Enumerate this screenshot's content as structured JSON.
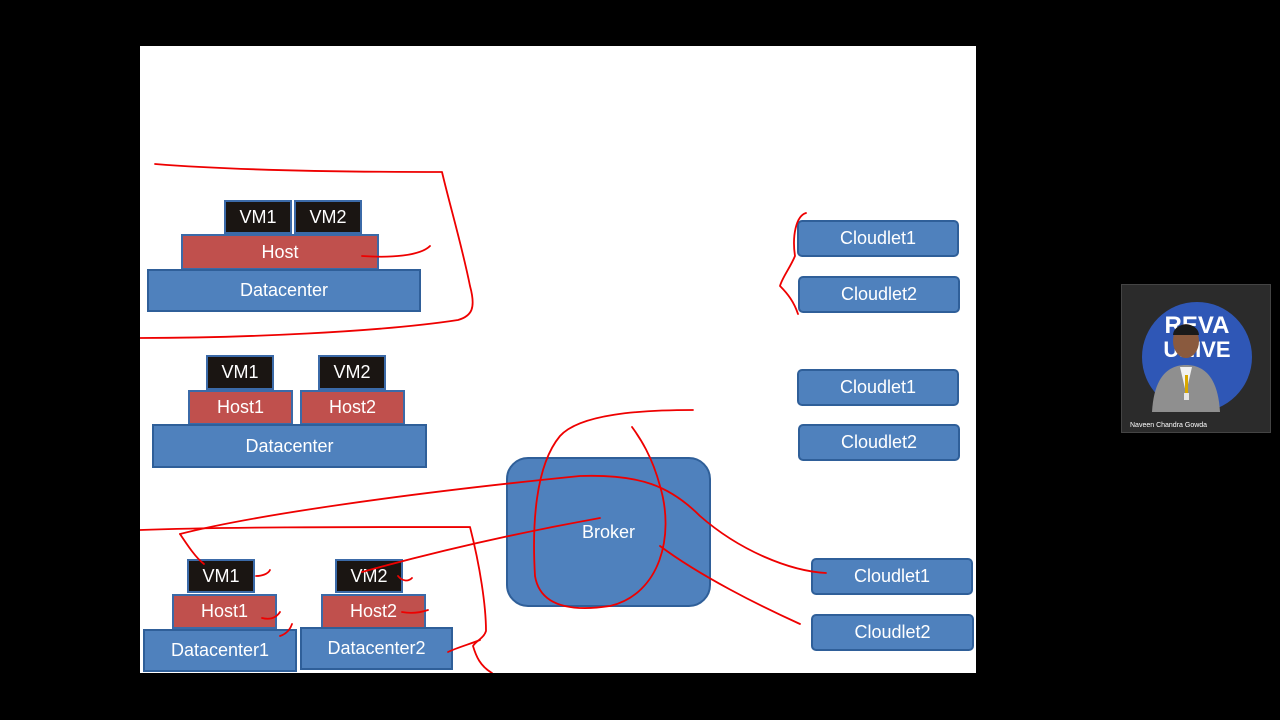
{
  "diagram1": {
    "vm1": "VM1",
    "vm2": "VM2",
    "host": "Host",
    "datacenter": "Datacenter"
  },
  "diagram2": {
    "vm1": "VM1",
    "vm2": "VM2",
    "host1": "Host1",
    "host2": "Host2",
    "datacenter": "Datacenter"
  },
  "diagram3": {
    "vm1": "VM1",
    "vm2": "VM2",
    "host1": "Host1",
    "host2": "Host2",
    "datacenter1": "Datacenter1",
    "datacenter2": "Datacenter2"
  },
  "broker": {
    "label": "Broker"
  },
  "cloudlets_top": {
    "c1": "Cloudlet1",
    "c2": "Cloudlet2"
  },
  "cloudlets_mid": {
    "c1": "Cloudlet1",
    "c2": "Cloudlet2"
  },
  "cloudlets_bottom": {
    "c1": "Cloudlet1",
    "c2": "Cloudlet2"
  },
  "webcam": {
    "presenter_name": "Naveen Chandra Gowda",
    "banner_text": "REVA UNIVE"
  },
  "colors": {
    "vm": "#1a1512",
    "host": "#c0504d",
    "datacenter": "#4f81bd",
    "ink": "#e00000"
  }
}
